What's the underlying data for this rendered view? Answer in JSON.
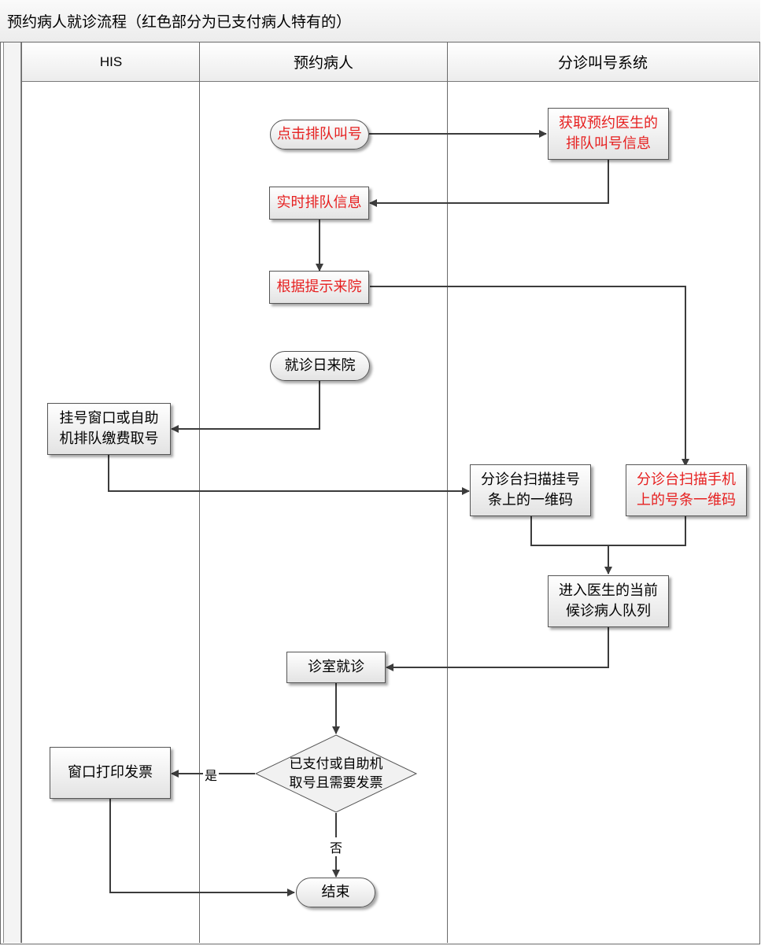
{
  "title": "预约病人就诊流程（红色部分为已支付病人特有的）",
  "colors": {
    "red_text": "#e62020",
    "line": "#3c3c3c",
    "border": "#6a6a6a"
  },
  "lanes": [
    {
      "name": "HIS"
    },
    {
      "name": "预约病人"
    },
    {
      "name": "分诊叫号系统"
    }
  ],
  "nodes": {
    "click_queue": "点击排队叫号",
    "get_doctor_queue": "获取预约医生的\n排队叫号信息",
    "realtime_queue": "实时排队信息",
    "come_per_prompt": "根据提示来院",
    "visit_day": "就诊日来院",
    "register_window": "挂号窗口或自助\n机排队缴费取号",
    "scan_barcode": "分诊台扫描挂号\n条上的一维码",
    "scan_phone_barcode": "分诊台扫描手机\n上的号条一维码",
    "enter_queue": "进入医生的当前\n候诊病人队列",
    "consult_room": "诊室就诊",
    "decision": "已支付或自助机\n取号且需要发票",
    "print_invoice": "窗口打印发票",
    "end": "结束"
  },
  "red_nodes": [
    "click_queue",
    "get_doctor_queue",
    "realtime_queue",
    "come_per_prompt",
    "scan_phone_barcode"
  ],
  "edge_labels": {
    "yes": "是",
    "no": "否"
  }
}
